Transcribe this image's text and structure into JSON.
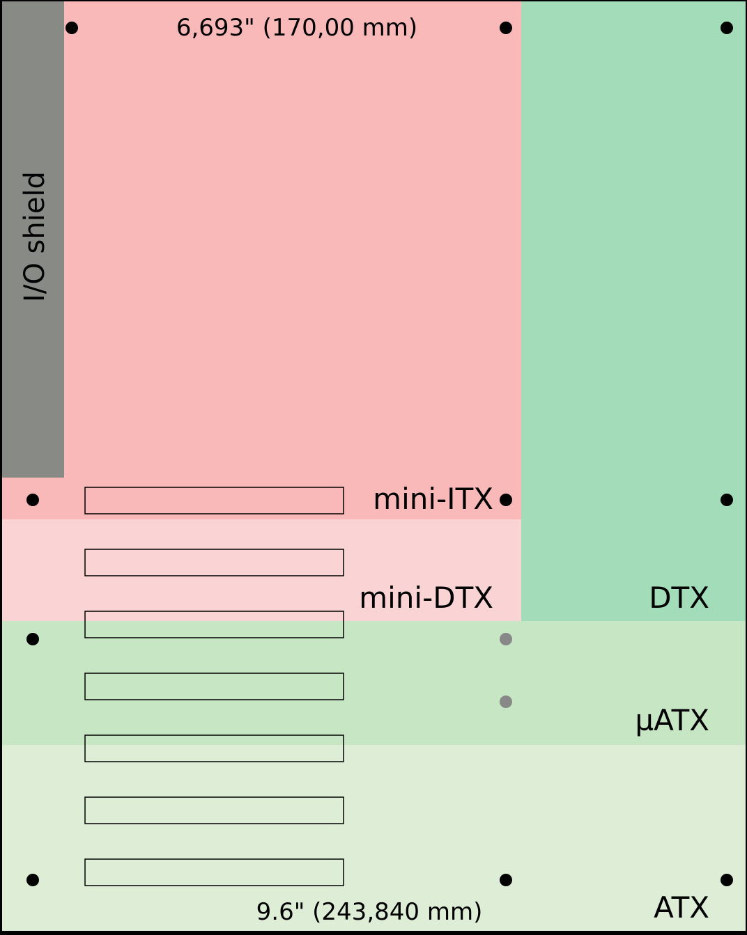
{
  "colors": {
    "background": "#000000",
    "atx": "#deeed6",
    "uatx": "#c6e6c4",
    "dtx": "#a2dcb9",
    "mini_dtx": "#fad4d4",
    "mini_itx": "#f9b9b9",
    "io_shield": "#888a85",
    "mount_hole": "#000000",
    "mount_hole_alt": "#888888",
    "slot_outline": "#000000"
  },
  "labels": {
    "top_dimension": "6,693\" (170,00 mm)",
    "bottom_dimension": "9.6\" (243,840 mm)",
    "io_shield": "I/O shield",
    "mini_itx": "mini-ITX",
    "mini_dtx": "mini-DTX",
    "dtx": "DTX",
    "uatx": "µATX",
    "atx": "ATX"
  },
  "expansion_slot_count": 7
}
